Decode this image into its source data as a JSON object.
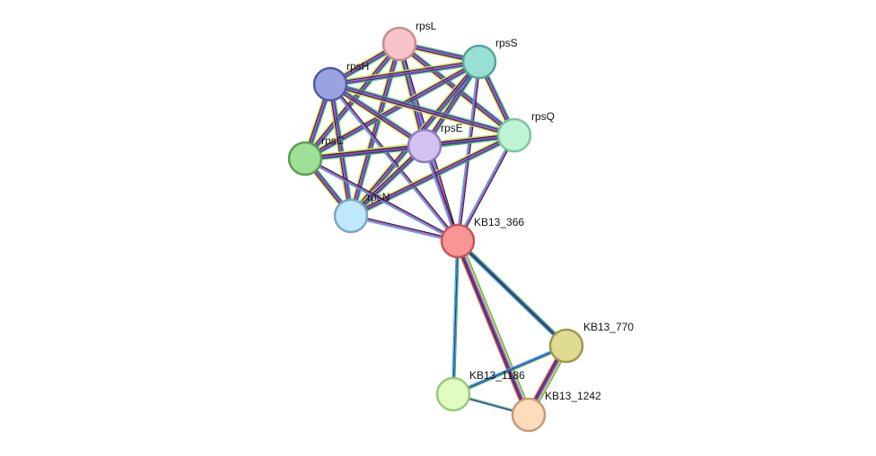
{
  "network": {
    "nodes": [
      {
        "id": "rpsL",
        "label": "rpsL",
        "fill": "#f7c4c9",
        "stroke": "#c98a8f"
      },
      {
        "id": "rpsS",
        "label": "rpsS",
        "fill": "#98dfd4",
        "stroke": "#56a597"
      },
      {
        "id": "rpsH",
        "label": "rpsH",
        "fill": "#99a3e0",
        "stroke": "#4d5aa8"
      },
      {
        "id": "rpsQ",
        "label": "rpsQ",
        "fill": "#bff5d6",
        "stroke": "#7cc79c"
      },
      {
        "id": "rpsE",
        "label": "rpsE",
        "fill": "#d3c1f4",
        "stroke": "#8f7bc0"
      },
      {
        "id": "rpsC",
        "label": "rpsC",
        "fill": "#9ee096",
        "stroke": "#5a9e53"
      },
      {
        "id": "rpsN",
        "label": "rpsN",
        "fill": "#c1e7fb",
        "stroke": "#7aa7bf"
      },
      {
        "id": "KB13_366",
        "label": "KB13_366",
        "fill": "#fa9595",
        "stroke": "#c25757"
      },
      {
        "id": "KB13_770",
        "label": "KB13_770",
        "fill": "#dfdb93",
        "stroke": "#9e9a4d"
      },
      {
        "id": "KB13_1186",
        "label": "KB13_1186",
        "fill": "#e1fcc0",
        "stroke": "#9cc77a"
      },
      {
        "id": "KB13_1242",
        "label": "KB13_1242",
        "fill": "#fddcbb",
        "stroke": "#c79a77"
      }
    ],
    "edges": [
      {
        "source": "rpsL",
        "target": "rpsS",
        "colors": [
          "#3cb83c",
          "#2b2bd4",
          "#d23bd2",
          "#2a2a2a",
          "#c8e050"
        ]
      },
      {
        "source": "rpsL",
        "target": "rpsH",
        "colors": [
          "#3cb83c",
          "#2b2bd4",
          "#d23bd2",
          "#2a2a2a",
          "#c8e050"
        ]
      },
      {
        "source": "rpsL",
        "target": "rpsQ",
        "colors": [
          "#3cb83c",
          "#2b2bd4",
          "#d23bd2",
          "#2a2a2a",
          "#c8e050"
        ]
      },
      {
        "source": "rpsL",
        "target": "rpsE",
        "colors": [
          "#3cb83c",
          "#2b2bd4",
          "#d23bd2",
          "#2a2a2a",
          "#c8e050"
        ]
      },
      {
        "source": "rpsL",
        "target": "rpsC",
        "colors": [
          "#3cb83c",
          "#2b2bd4",
          "#d23bd2",
          "#2a2a2a",
          "#c8e050"
        ]
      },
      {
        "source": "rpsL",
        "target": "rpsN",
        "colors": [
          "#3cb83c",
          "#2b2bd4",
          "#d23bd2",
          "#2a2a2a",
          "#c8e050"
        ]
      },
      {
        "source": "rpsL",
        "target": "KB13_366",
        "colors": [
          "#2a2a2a",
          "#d23bd2",
          "#3aa8dd"
        ]
      },
      {
        "source": "rpsS",
        "target": "rpsH",
        "colors": [
          "#3cb83c",
          "#2b2bd4",
          "#d23bd2",
          "#2a2a2a",
          "#c8e050"
        ]
      },
      {
        "source": "rpsS",
        "target": "rpsQ",
        "colors": [
          "#3cb83c",
          "#2b2bd4",
          "#d23bd2",
          "#2a2a2a",
          "#c8e050"
        ]
      },
      {
        "source": "rpsS",
        "target": "rpsE",
        "colors": [
          "#3cb83c",
          "#2b2bd4",
          "#d23bd2",
          "#2a2a2a",
          "#c8e050"
        ]
      },
      {
        "source": "rpsS",
        "target": "rpsC",
        "colors": [
          "#3cb83c",
          "#2b2bd4",
          "#d23bd2",
          "#2a2a2a",
          "#c8e050"
        ]
      },
      {
        "source": "rpsS",
        "target": "rpsN",
        "colors": [
          "#3cb83c",
          "#2b2bd4",
          "#d23bd2",
          "#2a2a2a",
          "#c8e050"
        ]
      },
      {
        "source": "rpsS",
        "target": "KB13_366",
        "colors": [
          "#2a2a2a",
          "#d23bd2",
          "#3aa8dd"
        ]
      },
      {
        "source": "rpsH",
        "target": "rpsQ",
        "colors": [
          "#3cb83c",
          "#2b2bd4",
          "#d23bd2",
          "#2a2a2a",
          "#c8e050"
        ]
      },
      {
        "source": "rpsH",
        "target": "rpsE",
        "colors": [
          "#3cb83c",
          "#2b2bd4",
          "#d23bd2",
          "#2a2a2a",
          "#c8e050"
        ]
      },
      {
        "source": "rpsH",
        "target": "rpsC",
        "colors": [
          "#3cb83c",
          "#2b2bd4",
          "#d23bd2",
          "#2a2a2a",
          "#c8e050"
        ]
      },
      {
        "source": "rpsH",
        "target": "rpsN",
        "colors": [
          "#3cb83c",
          "#2b2bd4",
          "#d23bd2",
          "#2a2a2a",
          "#c8e050"
        ]
      },
      {
        "source": "rpsH",
        "target": "KB13_366",
        "colors": [
          "#2a2a2a",
          "#d23bd2",
          "#3aa8dd"
        ]
      },
      {
        "source": "rpsQ",
        "target": "rpsE",
        "colors": [
          "#3cb83c",
          "#2b2bd4",
          "#d23bd2",
          "#2a2a2a",
          "#c8e050"
        ]
      },
      {
        "source": "rpsQ",
        "target": "rpsC",
        "colors": [
          "#3cb83c",
          "#2b2bd4",
          "#d23bd2",
          "#2a2a2a",
          "#c8e050"
        ]
      },
      {
        "source": "rpsQ",
        "target": "rpsN",
        "colors": [
          "#3cb83c",
          "#2b2bd4",
          "#d23bd2",
          "#2a2a2a",
          "#c8e050"
        ]
      },
      {
        "source": "rpsQ",
        "target": "KB13_366",
        "colors": [
          "#2a2a2a",
          "#d23bd2",
          "#3aa8dd"
        ]
      },
      {
        "source": "rpsE",
        "target": "rpsC",
        "colors": [
          "#3cb83c",
          "#2b2bd4",
          "#d23bd2",
          "#2a2a2a",
          "#c8e050"
        ]
      },
      {
        "source": "rpsE",
        "target": "rpsN",
        "colors": [
          "#3cb83c",
          "#2b2bd4",
          "#d23bd2",
          "#2a2a2a",
          "#c8e050"
        ]
      },
      {
        "source": "rpsE",
        "target": "KB13_366",
        "colors": [
          "#2a2a2a",
          "#d23bd2",
          "#3aa8dd"
        ]
      },
      {
        "source": "rpsC",
        "target": "rpsN",
        "colors": [
          "#3cb83c",
          "#2b2bd4",
          "#d23bd2",
          "#2a2a2a",
          "#c8e050"
        ]
      },
      {
        "source": "rpsC",
        "target": "KB13_366",
        "colors": [
          "#2a2a2a",
          "#d23bd2",
          "#3aa8dd"
        ]
      },
      {
        "source": "rpsN",
        "target": "KB13_366",
        "colors": [
          "#2a2a2a",
          "#d23bd2",
          "#3aa8dd"
        ]
      },
      {
        "source": "KB13_366",
        "target": "KB13_770",
        "colors": [
          "#3cb83c",
          "#2b2bd4",
          "#2a2a2a",
          "#3aa8dd"
        ]
      },
      {
        "source": "KB13_366",
        "target": "KB13_1186",
        "colors": [
          "#3cb83c",
          "#2b2bd4",
          "#3aa8dd"
        ]
      },
      {
        "source": "KB13_366",
        "target": "KB13_1242",
        "colors": [
          "#3cb83c",
          "#c8e050",
          "#d23bd2",
          "#2b2bd4",
          "#2a2a2a",
          "#e84040"
        ]
      },
      {
        "source": "KB13_770",
        "target": "KB13_1186",
        "colors": [
          "#3cb83c",
          "#2b2bd4",
          "#3aa8dd"
        ]
      },
      {
        "source": "KB13_770",
        "target": "KB13_1242",
        "colors": [
          "#3cb83c",
          "#c8e050",
          "#d23bd2",
          "#2b2bd4",
          "#2a2a2a",
          "#e84040"
        ]
      },
      {
        "source": "KB13_1186",
        "target": "KB13_1242",
        "colors": [
          "#3cb83c",
          "#2b2bd4"
        ]
      }
    ]
  }
}
